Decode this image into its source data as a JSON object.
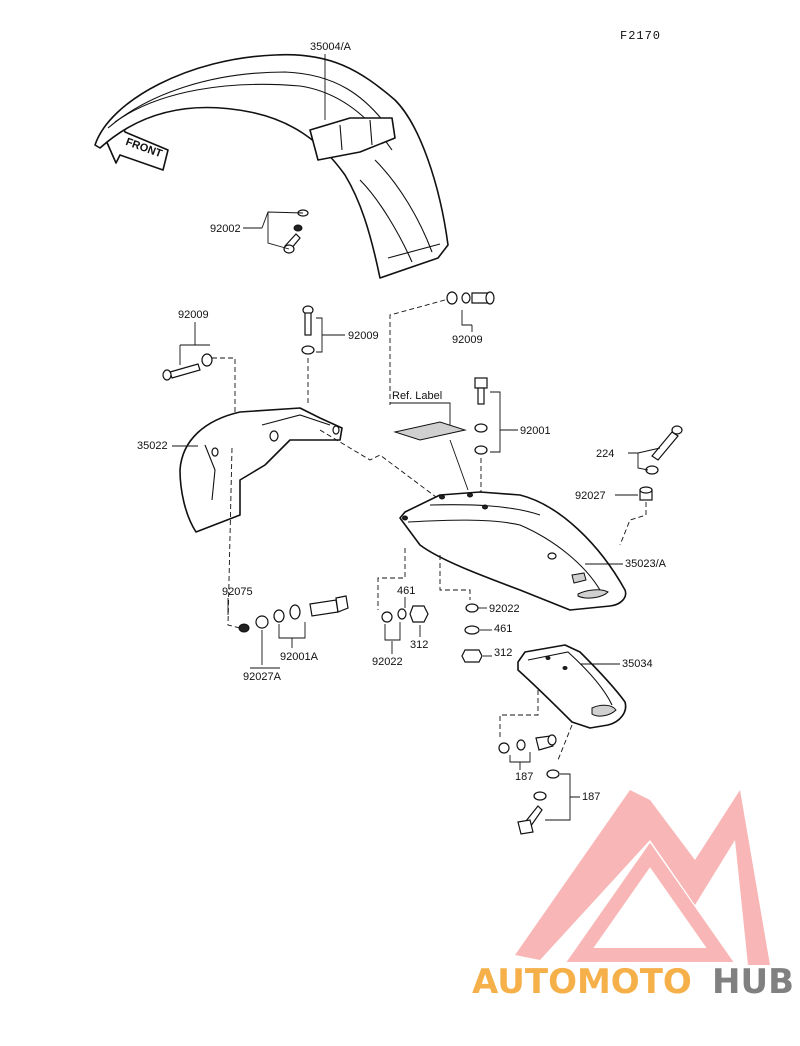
{
  "diagram_code": "F2170",
  "front_arrow_label": "FRONT",
  "ref_label": "Ref. Label",
  "parts": {
    "front_fender": "35004/A",
    "bolt_front_fender": "92002",
    "bolt_top_left": "92009",
    "bolt_top_center": "92009",
    "bolt_top_right": "92009",
    "front_flap": "35022",
    "bolt_rear_fender": "92001",
    "rivet": "224",
    "collar": "92027",
    "rear_fender": "35023/A",
    "spacer_left": "92075",
    "bolt_left_lower": "92001A",
    "collar_left_lower": "92027A",
    "washer_461_left": "461",
    "washer_92022_left": "92022",
    "nut_312_left": "312",
    "washer_92022_right": "92022",
    "washer_461_right": "461",
    "nut_312_right": "312",
    "license_holder": "35034",
    "washer_187_left": "187",
    "washer_187_right": "187"
  },
  "watermark": {
    "text_auto": "AUTOMOTO",
    "text_hub": "HUB",
    "color_red": "#f26b6b",
    "color_orange": "#f5b04a",
    "color_gray": "#808080"
  }
}
